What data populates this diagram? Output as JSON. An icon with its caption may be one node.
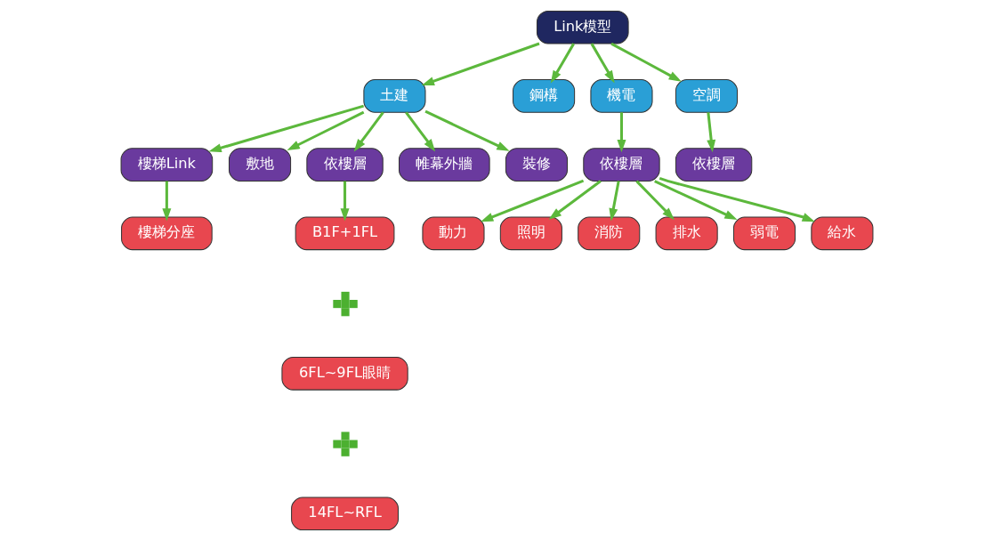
{
  "diagram": {
    "nodes": [
      {
        "text": [
          "Link模型"
        ]
      },
      {
        "text": [
          "土建"
        ]
      },
      {
        "text": [
          "鋼構"
        ]
      },
      {
        "text": [
          "機電"
        ]
      },
      {
        "text": [
          "空調"
        ]
      },
      {
        "text": [
          "樓梯Link"
        ]
      },
      {
        "text": [
          "敷地"
        ]
      },
      {
        "text": [
          "依樓層"
        ]
      },
      {
        "text": [
          "帷幕外牆"
        ]
      },
      {
        "text": [
          "裝修"
        ]
      },
      {
        "text": [
          "依樓層"
        ]
      },
      {
        "text": [
          "依樓層"
        ]
      },
      {
        "text": [
          "樓梯分座"
        ]
      },
      {
        "text": [
          "B1F+1FL"
        ]
      },
      {
        "text": [],
        "shape": "cross"
      },
      {
        "text": [
          "6FL~9FL眼睛"
        ]
      },
      {
        "text": [],
        "shape": "cross"
      },
      {
        "text": [
          "14FL~RFL"
        ]
      },
      {
        "text": [
          "動力"
        ]
      },
      {
        "text": [
          "照明"
        ]
      },
      {
        "text": [
          "消防"
        ]
      },
      {
        "text": [
          "排水"
        ]
      },
      {
        "text": [
          "弱電"
        ]
      },
      {
        "text": [
          "給水"
        ]
      }
    ],
    "edges": [
      {
        "from": 0,
        "to": 1,
        "arrow": "to"
      },
      {
        "from": 0,
        "to": 2,
        "arrow": "to"
      },
      {
        "from": 0,
        "to": 3,
        "arrow": "to"
      },
      {
        "from": 0,
        "to": 4,
        "arrow": "to"
      },
      {
        "from": 1,
        "to": 5,
        "arrow": "to"
      },
      {
        "from": 1,
        "to": 6,
        "arrow": "to"
      },
      {
        "from": 1,
        "to": 7,
        "arrow": "to"
      },
      {
        "from": 1,
        "to": 8,
        "arrow": "to"
      },
      {
        "from": 1,
        "to": 9,
        "arrow": "to"
      },
      {
        "from": 3,
        "to": 10,
        "arrow": "to"
      },
      {
        "from": 4,
        "to": 11,
        "arrow": "to"
      },
      {
        "from": 5,
        "to": 12,
        "arrow": "to"
      },
      {
        "from": 7,
        "to": 13,
        "arrow": "to"
      },
      {
        "from": 10,
        "to": 18,
        "arrow": "to"
      },
      {
        "from": 10,
        "to": 19,
        "arrow": "to"
      },
      {
        "from": 10,
        "to": 20,
        "arrow": "to"
      },
      {
        "from": 10,
        "to": 21,
        "arrow": "to"
      },
      {
        "from": 10,
        "to": 22,
        "arrow": "to"
      },
      {
        "from": 10,
        "to": 23,
        "arrow": "to"
      }
    ]
  }
}
